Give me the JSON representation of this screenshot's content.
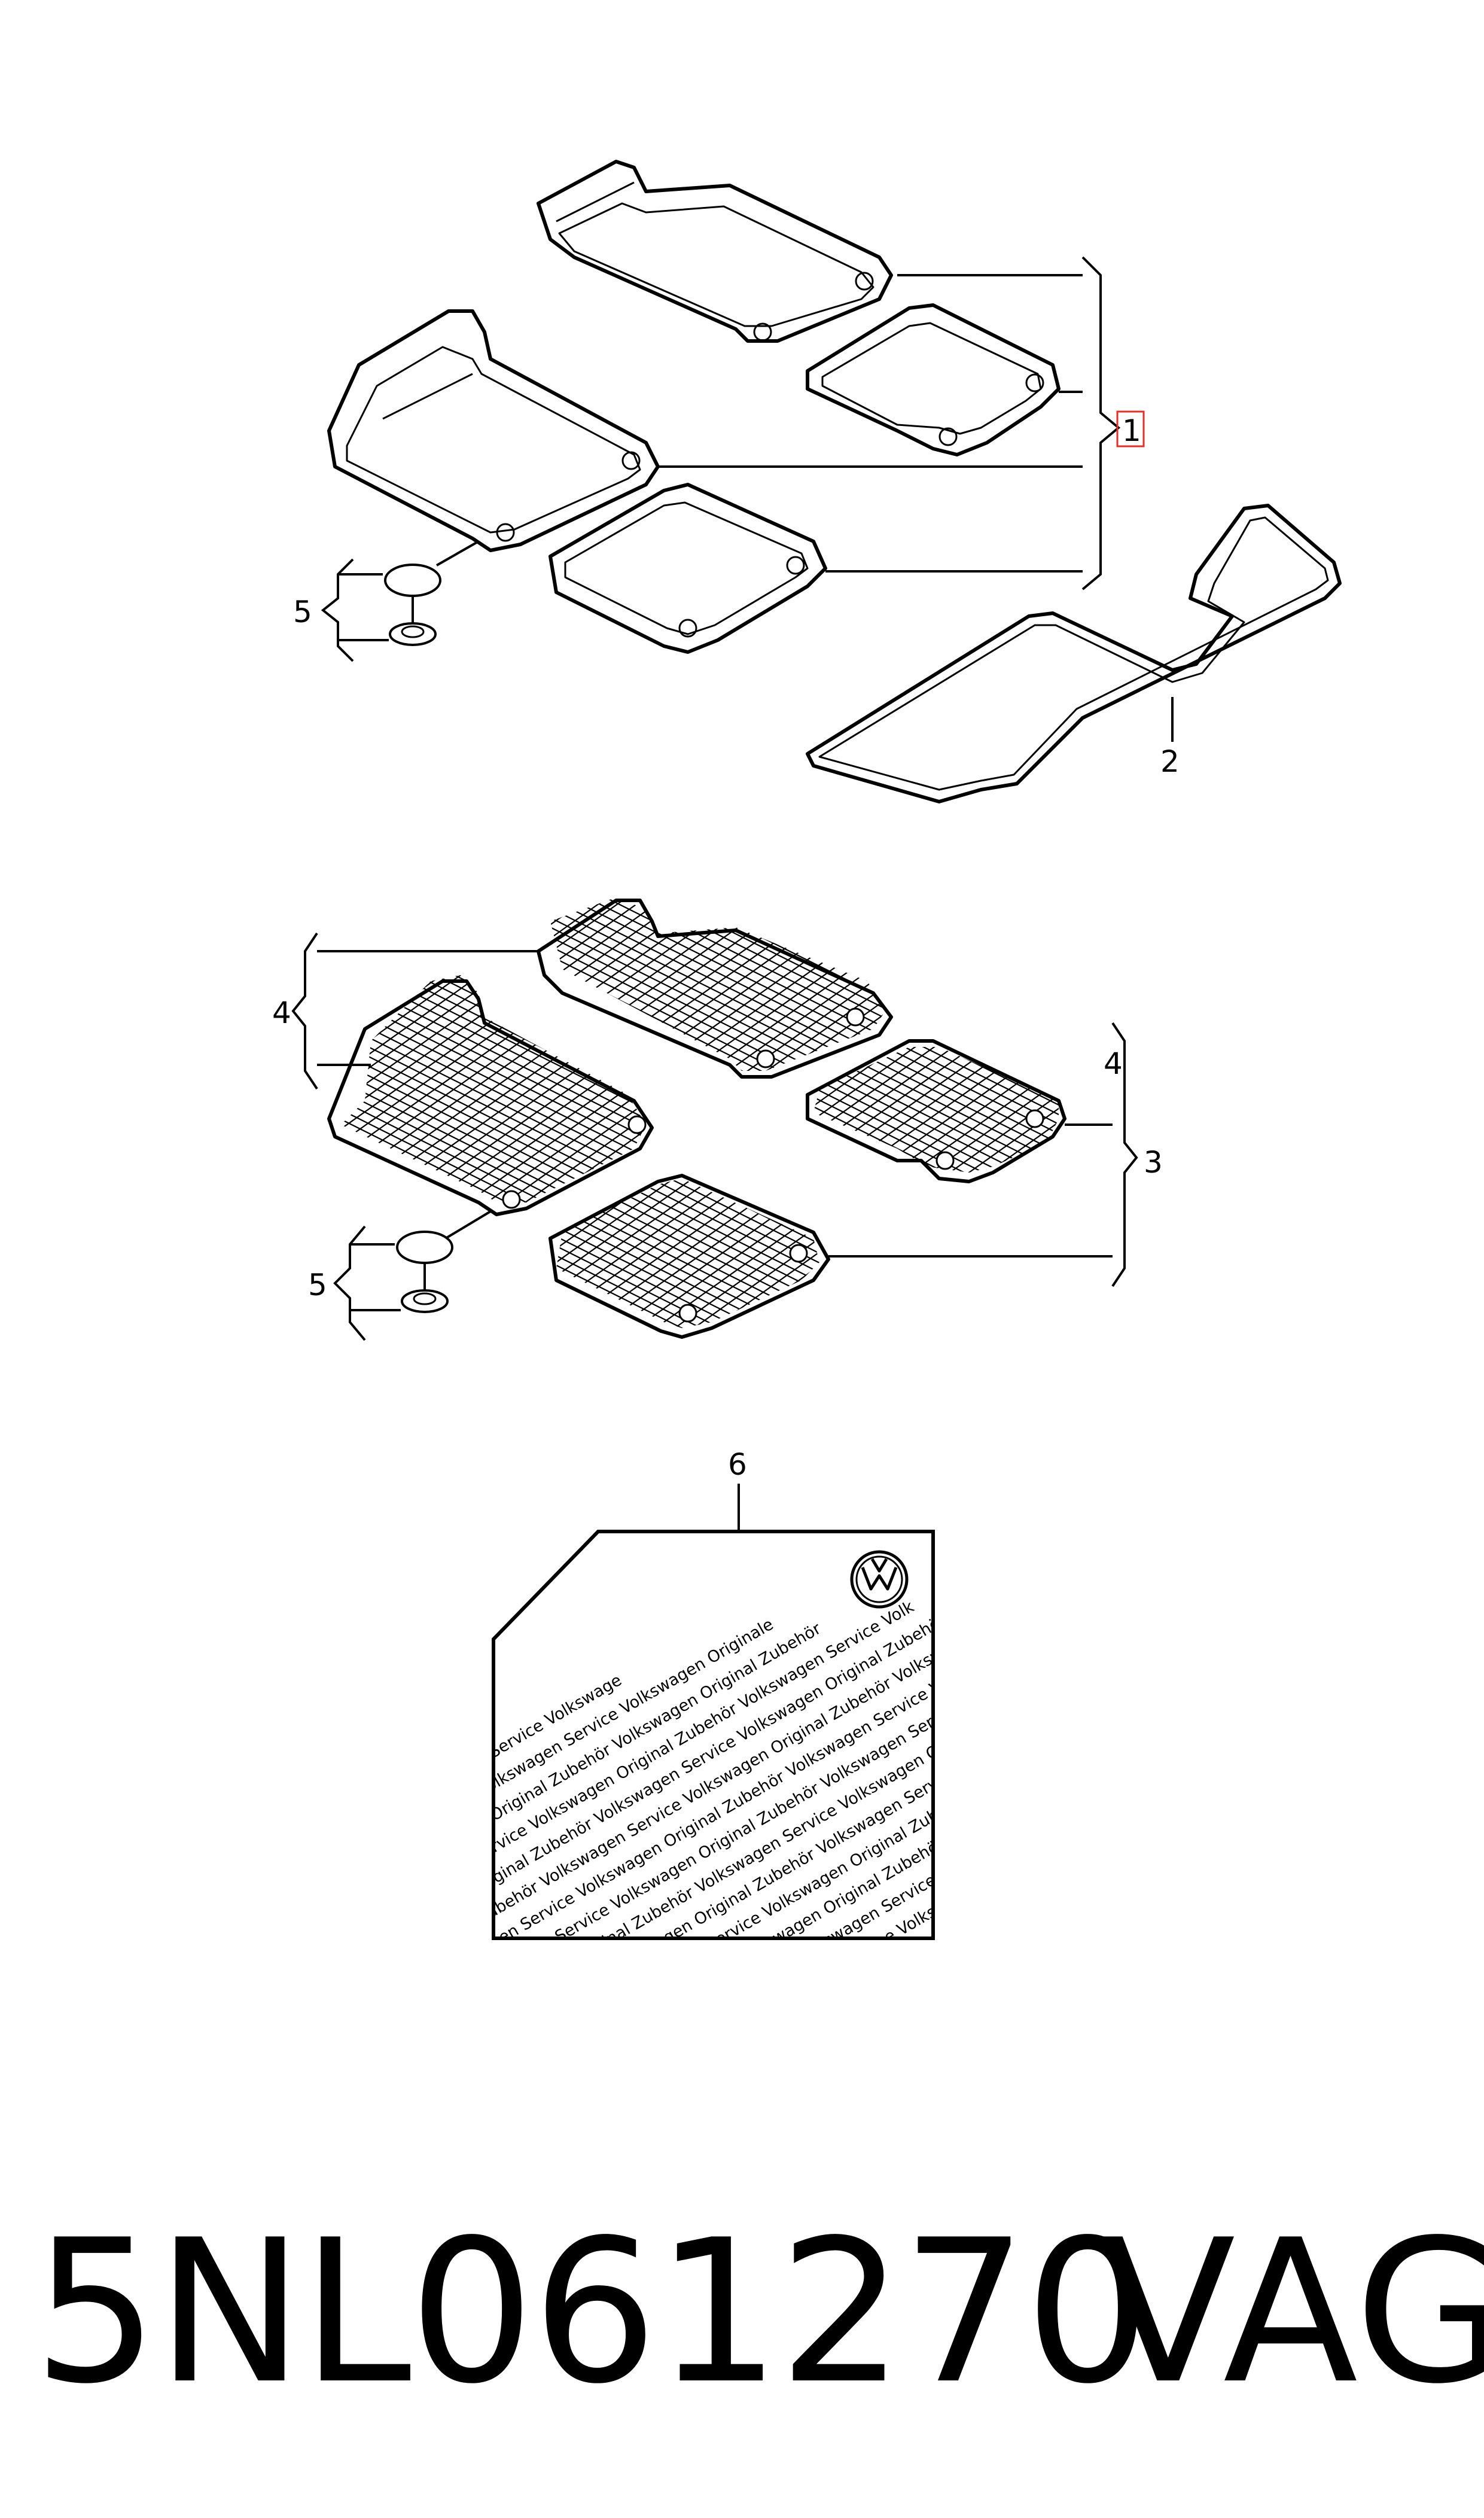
{
  "diagram": {
    "callouts": {
      "c1": "1",
      "c2": "2",
      "c3": "3",
      "c4a": "4",
      "c4b": "4",
      "c5a": "5",
      "c5b": "5",
      "c6": "6"
    },
    "highlight_color": "#e0302a",
    "sticker": {
      "lines": [
        "Service Volksw",
        "Zubehör Volkswagen Service Volkswage",
        "Original Zubehör Volkswagen Service Volkswagen Originale",
        "vice Volkswagen Original Zubehör Volkswagen Original Zubehör",
        "Volkswagen Service Volkswagen Original Zubehör Volkswagen Service Volk",
        "lkswagen Original Zubehör Volkswagen Service Volkswagen Original Zubehör Vo",
        "Original Zubehör Volkswagen Service Volkswagen Original Zubehör Volkswagen Service Vc",
        "Volkswagen Service Volkswagen Original Zubehör Volkswagen Service Volkswagen Original Zu",
        "ör Volkswagen Service Volkswagen Original Zubehör Volkswagen Service Volkswagen Original Zubr",
        "ce Volkswagen Original Zubehör Volkswagen Service Volkswagen Original Zubehör Volkswagen Servic",
        "lkswagen Service Volkswagen Original Zubehör Volkswagen Service Volkswagen Original Zubehör Vol",
        "Original Zubehör Volkswagen Service Volkswagen Original Zubehör Volkswagen Service Volks",
        "al Zubehör Volkswagen Service Volkswagen Original Zubehör Volkswagen Service Volkswagen Origi",
        "Service Volkswagen Original Zubehör Volkswagen Service Volkswagen Origina Zubeh",
        "Volkswagen Original Zubehör Volkswagen Service Volkswagen Servic"
      ],
      "logo": "vw-logo"
    }
  },
  "footer": {
    "part_number": "5NL061270",
    "brand": "VAG"
  }
}
